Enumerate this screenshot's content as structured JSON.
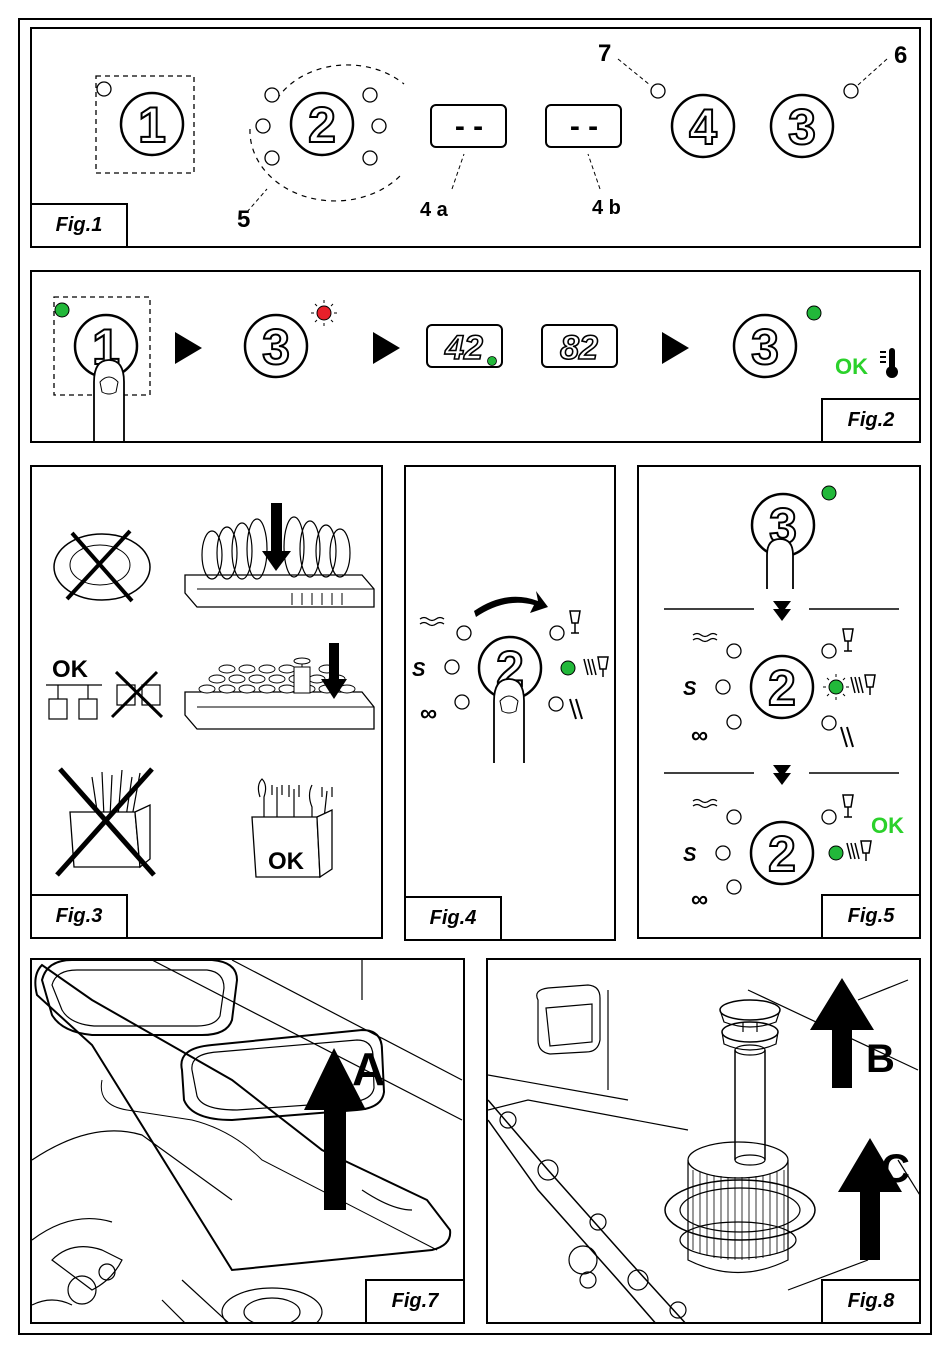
{
  "figures": {
    "fig1": {
      "label": "Fig.1",
      "buttons": {
        "b1": "1",
        "b2": "2",
        "b4": "4",
        "b3": "3"
      },
      "displays": {
        "d1": "- -",
        "d2": "- -"
      },
      "callouts": {
        "c5": "5",
        "c4a": "4 a",
        "c4b": "4 b",
        "c7": "7",
        "c6": "6"
      }
    },
    "fig2": {
      "label": "Fig.2",
      "buttons": {
        "b1": "1",
        "b3a": "3",
        "b3b": "3"
      },
      "displays": {
        "d1": "42",
        "d2": "82"
      },
      "ok": "OK"
    },
    "fig3": {
      "label": "Fig.3",
      "ok_glasses": "OK",
      "ok_cutlery": "OK"
    },
    "fig4": {
      "label": "Fig.4",
      "button": "2"
    },
    "fig5": {
      "label": "Fig.5",
      "button_top": "3",
      "button_mid": "2",
      "button_bot": "2",
      "ok": "OK"
    },
    "fig7": {
      "label": "Fig.7",
      "arrow_label": "A"
    },
    "fig8": {
      "label": "Fig.8",
      "arrow_b": "B",
      "arrow_c": "C"
    }
  },
  "colors": {
    "led_green": "#22b83a",
    "led_red": "#e8202a",
    "ok_green": "#2bd12b"
  },
  "icons": [
    "finger-press-icon",
    "play-arrow-icon",
    "thermometer-icon",
    "glass-icon",
    "water-level-icon",
    "infinity-icon",
    "s-cycle-icon",
    "down-arrow-icon",
    "up-arrow-icon"
  ]
}
